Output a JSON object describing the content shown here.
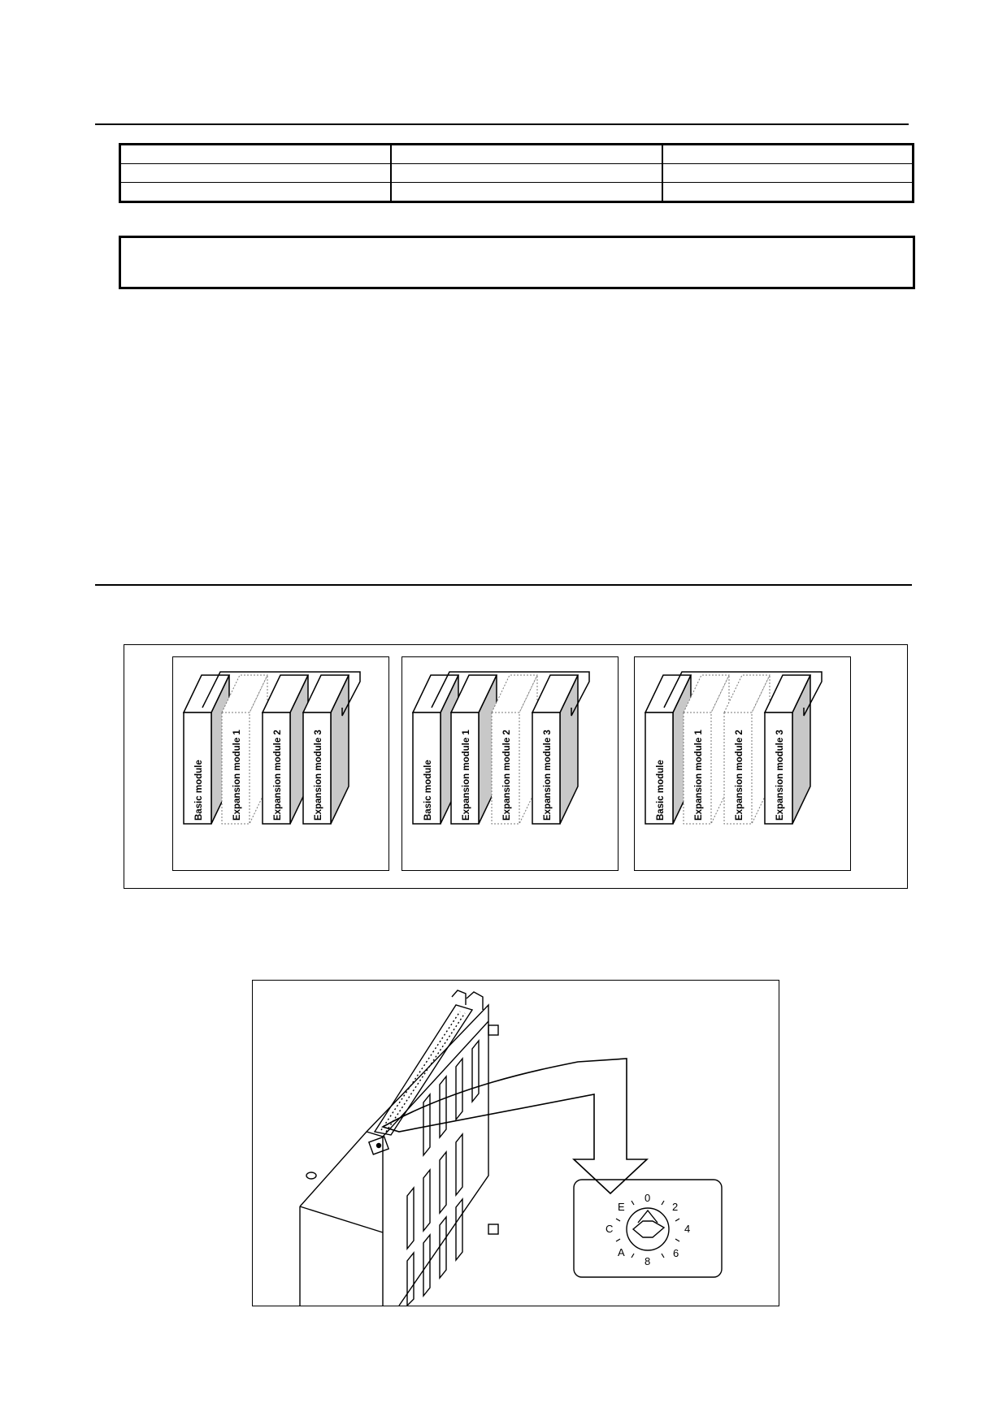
{
  "table": {
    "rows": [
      [
        "",
        "",
        ""
      ],
      [
        "",
        "",
        ""
      ],
      [
        "",
        "",
        ""
      ]
    ]
  },
  "note": {
    "text": ""
  },
  "figure_configurations": {
    "panels": [
      {
        "labels": [
          "Basic module",
          "Expansion module 1",
          "Expansion module 2",
          "Expansion module 3"
        ],
        "present": [
          true,
          false,
          true,
          true
        ]
      },
      {
        "labels": [
          "Basic module",
          "Expansion module 1",
          "Expansion module 2",
          "Expansion module 3"
        ],
        "present": [
          true,
          true,
          false,
          true
        ]
      },
      {
        "labels": [
          "Basic module",
          "Expansion module 1",
          "Expansion module 2",
          "Expansion module 3"
        ],
        "present": [
          true,
          false,
          false,
          true
        ]
      }
    ],
    "colors": {
      "line": "#000000",
      "shade": "#c8c8c8",
      "ghost": "#777777"
    }
  },
  "figure_switch": {
    "dial_labels": [
      "0",
      "2",
      "4",
      "6",
      "8",
      "A",
      "C",
      "E"
    ]
  }
}
